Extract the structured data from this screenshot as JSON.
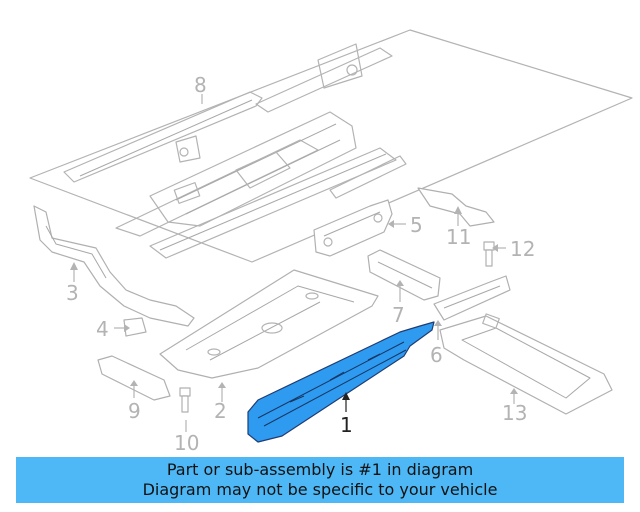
{
  "callouts": {
    "c1": "1",
    "c2": "2",
    "c3": "3",
    "c4": "4",
    "c5": "5",
    "c6": "6",
    "c7": "7",
    "c8": "8",
    "c9": "9",
    "c10": "10",
    "c11": "11",
    "c12": "12",
    "c13": "13"
  },
  "highlighted_part": "1",
  "colors": {
    "highlight_fill": "#2e9bf0",
    "banner": "#4db8f5",
    "line": "#b3b3b3"
  },
  "banner": {
    "line1": "Part or sub-assembly is #1 in diagram",
    "line2": "Diagram may not be specific to your vehicle"
  }
}
